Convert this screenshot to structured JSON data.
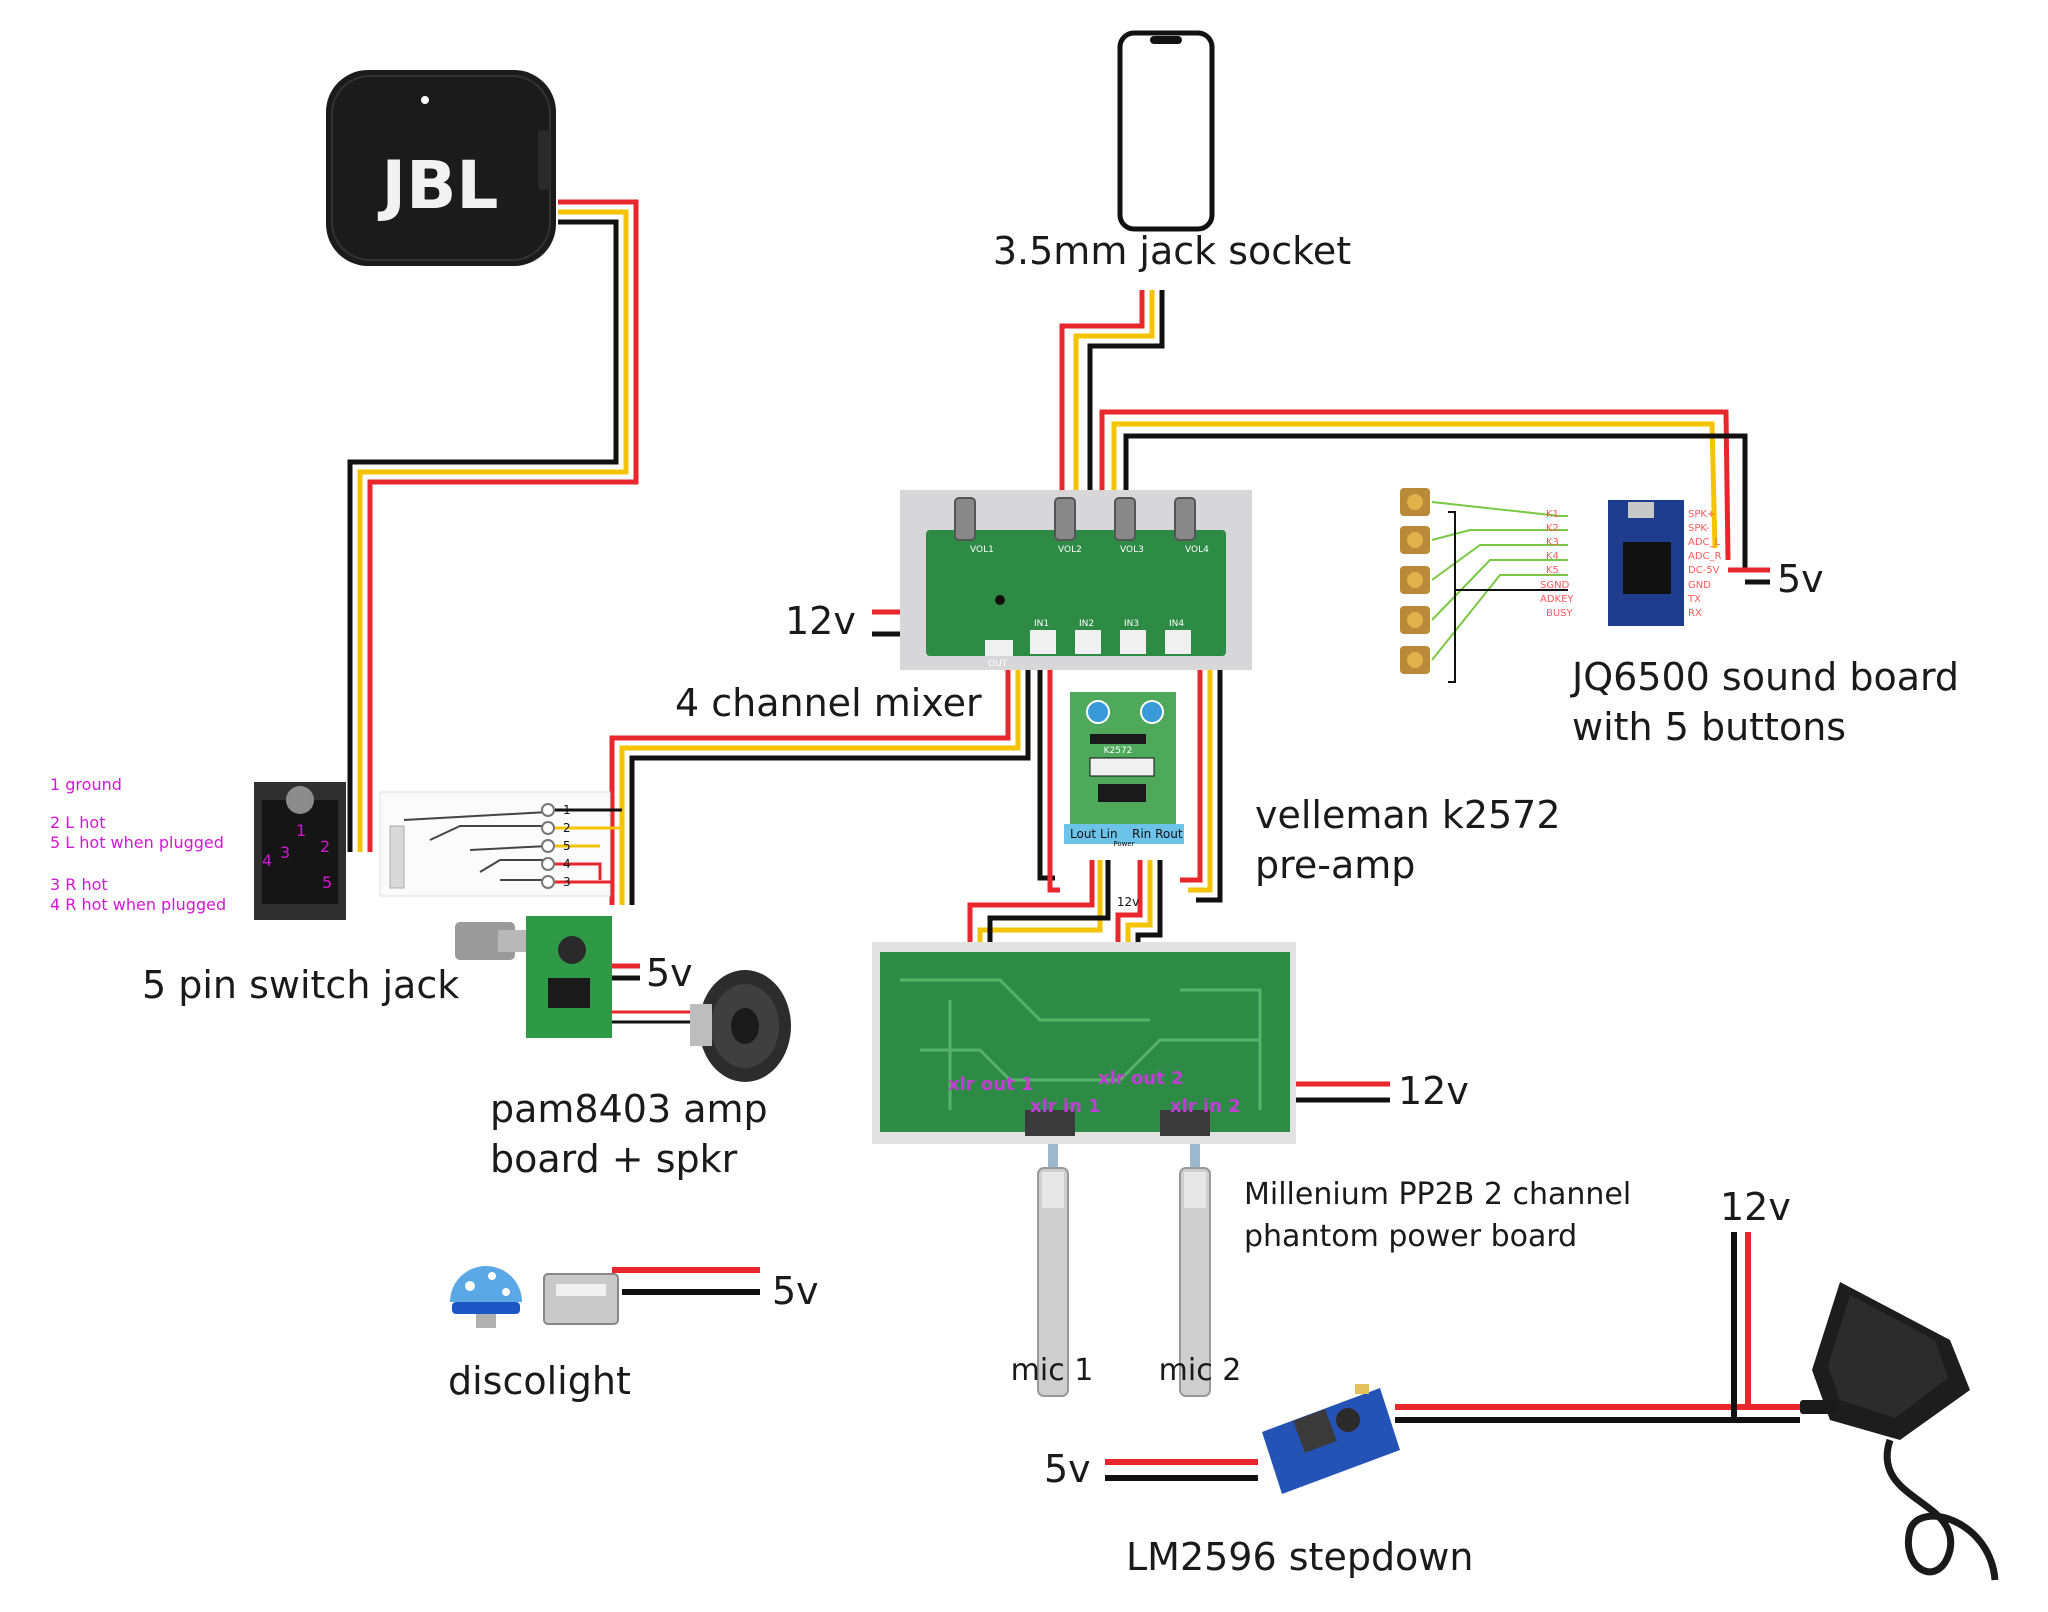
{
  "labels": {
    "phone": "3.5mm jack socket",
    "mixer": "4 channel mixer",
    "mixer_power": "12v",
    "jq_line1": "JQ6500 sound board",
    "jq_line2": "with 5 buttons",
    "jq_power": "5v",
    "preamp_line1": "velleman k2572",
    "preamp_line2": "pre-amp",
    "preamp_power": "12v",
    "switch_jack": "5 pin switch jack",
    "pam_power": "5v",
    "pam_line1": "pam8403 amp",
    "pam_line2": "board + spkr",
    "phantom_power": "12v",
    "phantom_line1": "Millenium PP2B 2 channel",
    "phantom_line2": "phantom power board",
    "mic1": "mic 1",
    "mic2": "mic 2",
    "disco_power": "5v",
    "disco": "discolight",
    "psu_12v": "12v",
    "step_5v": "5v",
    "stepdown": "LM2596 stepdown",
    "speaker_logo": "JBL"
  },
  "pin_notes": [
    "1 ground",
    "2 L hot",
    "5 L hot when plugged",
    "3 R hot",
    "4 R hot when plugged"
  ],
  "jack_pins": [
    "1",
    "2",
    "5",
    "4",
    "3"
  ],
  "jack_photo_pins": [
    "1",
    "3",
    "2",
    "4",
    "5"
  ],
  "jq_left_pins": [
    "K1",
    "K2",
    "K3",
    "K4",
    "K5",
    "SGND",
    "ADKEY",
    "BUSY"
  ],
  "jq_right_pins": [
    "SPK+",
    "SPK-",
    "ADC_L",
    "ADC_R",
    "DC-5V",
    "GND",
    "TX",
    "RX"
  ],
  "mixer_silk": [
    "VOL1",
    "VOL2",
    "VOL3",
    "VOL4",
    "OUT",
    "IN1",
    "IN2",
    "IN3",
    "IN4"
  ],
  "preamp_silk": [
    "Lout Lin",
    "Rin Rout",
    "Power",
    "K2572"
  ],
  "phantom_silk": [
    "xlr out 1",
    "xlr out 2",
    "xlr in 1",
    "xlr in 2"
  ],
  "colors": {
    "red": "#e8262b",
    "yellow": "#f5c400",
    "black": "#111111",
    "board": "#2e8b45",
    "magenta": "#d417d4",
    "preamp_blue": "#6cc3ea"
  }
}
